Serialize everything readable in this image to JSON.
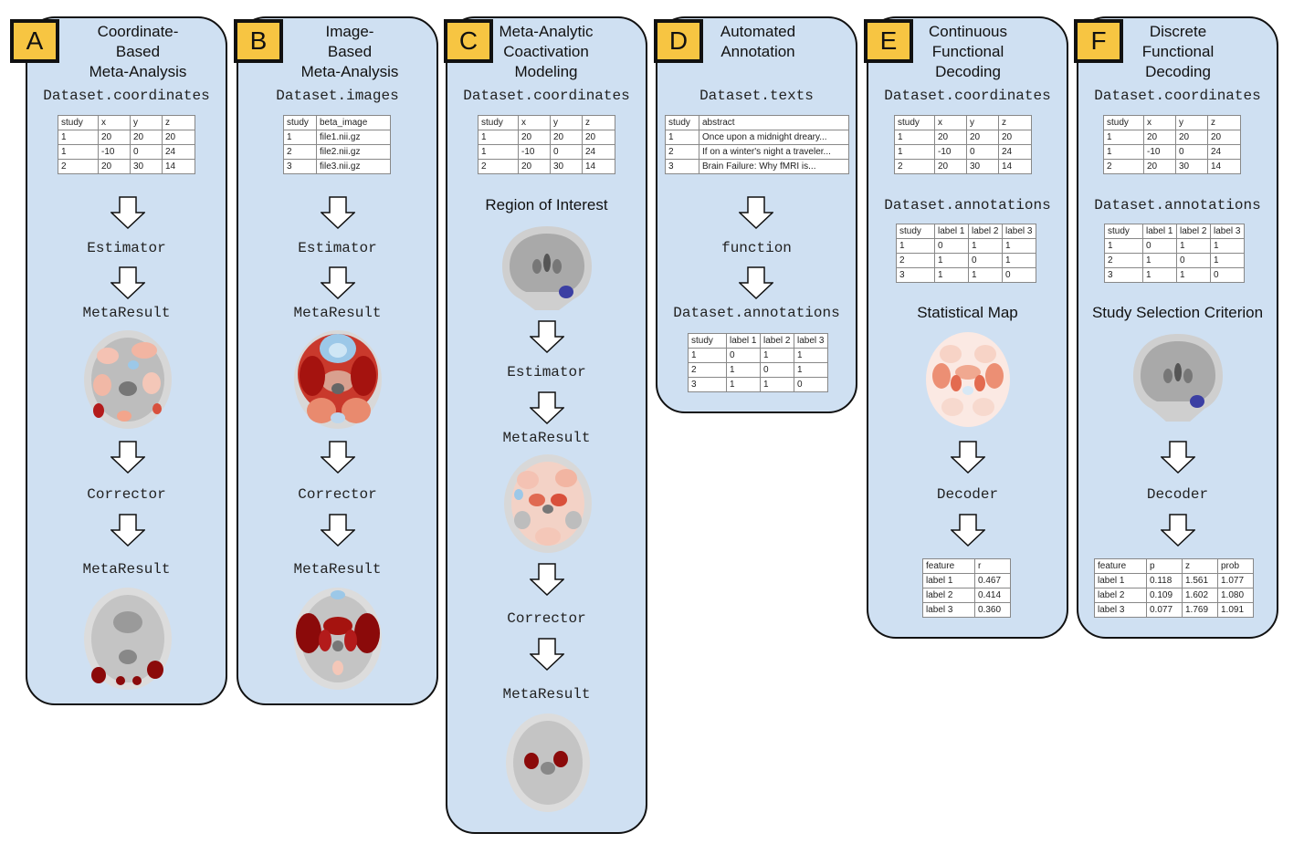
{
  "panels": [
    {
      "letter": "A",
      "title_lines": [
        "Coordinate-",
        "Based",
        "Meta-Analysis"
      ],
      "dataset_label": "Dataset.coordinates",
      "table": {
        "headers": [
          "study",
          "x",
          "y",
          "z"
        ],
        "rows": [
          [
            "1",
            "20",
            "20",
            "20"
          ],
          [
            "1",
            "-10",
            "0",
            "24"
          ],
          [
            "2",
            "20",
            "30",
            "14"
          ]
        ]
      },
      "steps": [
        "Estimator",
        "MetaResult",
        "Corrector",
        "MetaResult"
      ]
    },
    {
      "letter": "B",
      "title_lines": [
        "Image-",
        "Based",
        "Meta-Analysis"
      ],
      "dataset_label": "Dataset.images",
      "table": {
        "headers": [
          "study",
          "beta_image"
        ],
        "rows": [
          [
            "1",
            "file1.nii.gz"
          ],
          [
            "2",
            "file2.nii.gz"
          ],
          [
            "3",
            "file3.nii.gz"
          ]
        ]
      },
      "steps": [
        "Estimator",
        "MetaResult",
        "Corrector",
        "MetaResult"
      ]
    },
    {
      "letter": "C",
      "title_lines": [
        "Meta-Analytic",
        "Coactivation",
        "Modeling"
      ],
      "dataset_label": "Dataset.coordinates",
      "table": {
        "headers": [
          "study",
          "x",
          "y",
          "z"
        ],
        "rows": [
          [
            "1",
            "20",
            "20",
            "20"
          ],
          [
            "1",
            "-10",
            "0",
            "24"
          ],
          [
            "2",
            "20",
            "30",
            "14"
          ]
        ]
      },
      "roi_label": "Region of Interest",
      "steps": [
        "Estimator",
        "MetaResult",
        "Corrector",
        "MetaResult"
      ]
    },
    {
      "letter": "D",
      "title_lines": [
        "Automated",
        "Annotation"
      ],
      "dataset_label": "Dataset.texts",
      "table": {
        "headers": [
          "study",
          "abstract"
        ],
        "rows": [
          [
            "1",
            "Once upon a midnight dreary..."
          ],
          [
            "2",
            "If on a winter's night a traveler..."
          ],
          [
            "3",
            "Brain Failure: Why fMRI is..."
          ]
        ]
      },
      "function_label": "function",
      "output_label": "Dataset.annotations",
      "output_table": {
        "headers": [
          "study",
          "label 1",
          "label 2",
          "label 3"
        ],
        "rows": [
          [
            "1",
            "0",
            "1",
            "1"
          ],
          [
            "2",
            "1",
            "0",
            "1"
          ],
          [
            "3",
            "1",
            "1",
            "0"
          ]
        ]
      }
    },
    {
      "letter": "E",
      "title_lines": [
        "Continuous",
        "Functional",
        "Decoding"
      ],
      "dataset_label": "Dataset.coordinates",
      "table": {
        "headers": [
          "study",
          "x",
          "y",
          "z"
        ],
        "rows": [
          [
            "1",
            "20",
            "20",
            "20"
          ],
          [
            "1",
            "-10",
            "0",
            "24"
          ],
          [
            "2",
            "20",
            "30",
            "14"
          ]
        ]
      },
      "annotations_label": "Dataset.annotations",
      "annotations_table": {
        "headers": [
          "study",
          "label 1",
          "label 2",
          "label 3"
        ],
        "rows": [
          [
            "1",
            "0",
            "1",
            "1"
          ],
          [
            "2",
            "1",
            "0",
            "1"
          ],
          [
            "3",
            "1",
            "1",
            "0"
          ]
        ]
      },
      "map_label": "Statistical Map",
      "decoder_label": "Decoder",
      "result_table": {
        "headers": [
          "feature",
          "r"
        ],
        "rows": [
          [
            "label 1",
            "0.467"
          ],
          [
            "label 2",
            "0.414"
          ],
          [
            "label 3",
            "0.360"
          ]
        ]
      }
    },
    {
      "letter": "F",
      "title_lines": [
        "Discrete",
        "Functional",
        "Decoding"
      ],
      "dataset_label": "Dataset.coordinates",
      "table": {
        "headers": [
          "study",
          "x",
          "y",
          "z"
        ],
        "rows": [
          [
            "1",
            "20",
            "20",
            "20"
          ],
          [
            "1",
            "-10",
            "0",
            "24"
          ],
          [
            "2",
            "20",
            "30",
            "14"
          ]
        ]
      },
      "annotations_label": "Dataset.annotations",
      "annotations_table": {
        "headers": [
          "study",
          "label 1",
          "label 2",
          "label 3"
        ],
        "rows": [
          [
            "1",
            "0",
            "1",
            "1"
          ],
          [
            "2",
            "1",
            "0",
            "1"
          ],
          [
            "3",
            "1",
            "1",
            "0"
          ]
        ]
      },
      "criterion_label": "Study Selection Criterion",
      "decoder_label": "Decoder",
      "result_table": {
        "headers": [
          "feature",
          "p",
          "z",
          "prob"
        ],
        "rows": [
          [
            "label 1",
            "0.118",
            "1.561",
            "1.077"
          ],
          [
            "label 2",
            "0.109",
            "1.602",
            "1.080"
          ],
          [
            "label 3",
            "0.077",
            "1.769",
            "1.091"
          ]
        ]
      }
    }
  ],
  "colors": {
    "panel_fill": "#cfe0f2",
    "badge_fill": "#f7c542",
    "activation_dark": "#8b0a0a",
    "activation_light": "#f3a58c",
    "deactivation": "#9cc8e8",
    "roi": "#3b3fa3"
  }
}
